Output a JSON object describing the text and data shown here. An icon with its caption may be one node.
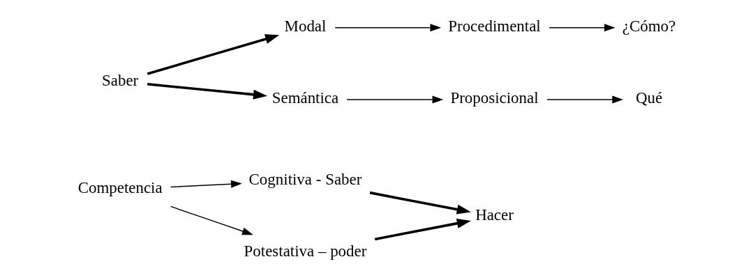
{
  "diagram": {
    "nodes": [
      {
        "text": [
          "Competencia"
        ]
      },
      {
        "text": [
          "Cognitiva - Saber"
        ]
      },
      {
        "text": [
          "Potestativa – poder"
        ]
      },
      {
        "text": [
          "Hacer"
        ]
      },
      {
        "text": [
          "Saber"
        ]
      },
      {
        "text": [
          "Modal"
        ]
      },
      {
        "text": [
          "Procedimental"
        ]
      },
      {
        "text": [
          "¿Cómo?"
        ]
      },
      {
        "text": [
          "Semántica"
        ]
      },
      {
        "text": [
          "Proposicional"
        ]
      },
      {
        "text": [
          "Qué"
        ]
      }
    ],
    "edges": [
      {
        "from": 0,
        "to": 1,
        "arrow": "to"
      },
      {
        "from": 0,
        "to": 2,
        "arrow": "to"
      },
      {
        "from": 1,
        "to": 3,
        "arrow": "to",
        "style": "thick"
      },
      {
        "from": 2,
        "to": 3,
        "arrow": "to",
        "style": "thick"
      },
      {
        "from": 4,
        "to": 5,
        "arrow": "to",
        "style": "thick"
      },
      {
        "from": 4,
        "to": 8,
        "arrow": "to",
        "style": "thick"
      },
      {
        "from": 5,
        "to": 6,
        "arrow": "to"
      },
      {
        "from": 6,
        "to": 7,
        "arrow": "to"
      },
      {
        "from": 8,
        "to": 9,
        "arrow": "to"
      },
      {
        "from": 9,
        "to": 10,
        "arrow": "to"
      }
    ]
  }
}
